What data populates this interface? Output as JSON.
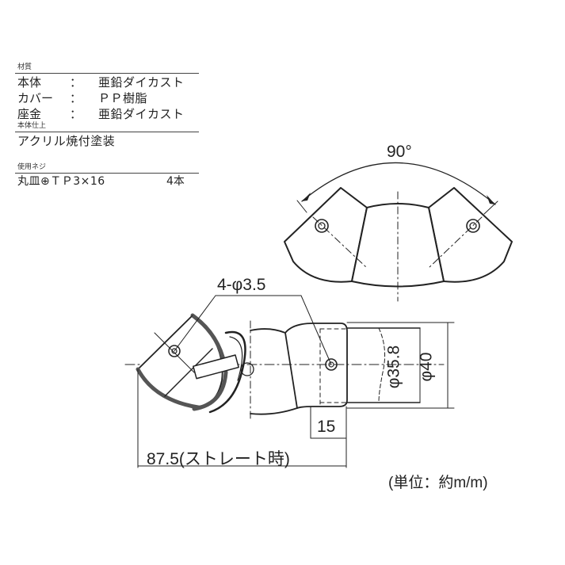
{
  "spec": {
    "material_heading": "材質",
    "materials": [
      {
        "part": "本体",
        "colon": "：",
        "value": "亜鉛ダイカスト"
      },
      {
        "part": "カバー",
        "colon": "：",
        "value": "ＰＰ樹脂"
      },
      {
        "part": "座金",
        "colon": "：",
        "value": "亜鉛ダイカスト"
      }
    ],
    "finish_heading": "本体仕上",
    "finish_value": "アクリル焼付塗装",
    "screw_heading": "使用ネジ",
    "screw_value": "丸皿⊕ＴＰ3×16",
    "screw_qty": "4本"
  },
  "drawing": {
    "angle_label": "90°",
    "hole_label": "4-φ3.5",
    "inner_dia_label": "φ35.8",
    "outer_dia_label": "φ40",
    "depth_label": "15",
    "length_label": "87.5(ストレート時)",
    "unit_label": "(単位：約m/m)"
  }
}
